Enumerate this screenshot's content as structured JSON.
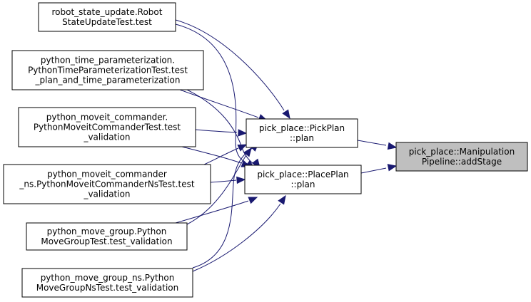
{
  "nodes": [
    {
      "id": "robot_state",
      "lines": [
        "robot_state_update.Robot",
        "StateUpdateTest.test"
      ],
      "focus": false,
      "interactable": true
    },
    {
      "id": "python_time",
      "lines": [
        "python_time_parameterization.",
        "PythonTimeParameterizationTest.test",
        "_plan_and_time_parameterization"
      ],
      "focus": false,
      "interactable": true
    },
    {
      "id": "moveit_commander",
      "lines": [
        "python_moveit_commander.",
        "PythonMoveitCommanderTest.test",
        "_validation"
      ],
      "focus": false,
      "interactable": true
    },
    {
      "id": "moveit_commander_ns",
      "lines": [
        "python_moveit_commander",
        "_ns.PythonMoveitCommanderNsTest.test",
        "_validation"
      ],
      "focus": false,
      "interactable": true
    },
    {
      "id": "move_group",
      "lines": [
        "python_move_group.Python",
        "MoveGroupTest.test_validation"
      ],
      "focus": false,
      "interactable": true
    },
    {
      "id": "move_group_ns",
      "lines": [
        "python_move_group_ns.Python",
        "MoveGroupNsTest.test_validation"
      ],
      "focus": false,
      "interactable": true
    },
    {
      "id": "pickplan",
      "lines": [
        "pick_place::PickPlan",
        "::plan"
      ],
      "focus": false,
      "interactable": true
    },
    {
      "id": "placeplan",
      "lines": [
        "pick_place::PlacePlan",
        "::plan"
      ],
      "focus": false,
      "interactable": true
    },
    {
      "id": "addstage",
      "lines": [
        "pick_place::Manipulation",
        "Pipeline::addStage"
      ],
      "focus": true,
      "interactable": false
    }
  ],
  "edges": [
    {
      "from": "pickplan",
      "to": "addstage"
    },
    {
      "from": "placeplan",
      "to": "addstage"
    },
    {
      "from": "robot_state",
      "to": "pickplan"
    },
    {
      "from": "robot_state",
      "to": "placeplan"
    },
    {
      "from": "python_time",
      "to": "pickplan"
    },
    {
      "from": "python_time",
      "to": "placeplan"
    },
    {
      "from": "moveit_commander",
      "to": "pickplan"
    },
    {
      "from": "moveit_commander",
      "to": "placeplan"
    },
    {
      "from": "moveit_commander_ns",
      "to": "pickplan"
    },
    {
      "from": "moveit_commander_ns",
      "to": "placeplan"
    },
    {
      "from": "move_group",
      "to": "pickplan"
    },
    {
      "from": "move_group",
      "to": "placeplan"
    },
    {
      "from": "move_group_ns",
      "to": "pickplan"
    },
    {
      "from": "move_group_ns",
      "to": "placeplan"
    }
  ],
  "colors": {
    "edge": "#191970",
    "focus_fill": "#bfbfbf",
    "node_fill": "#ffffff",
    "border": "#000000"
  }
}
